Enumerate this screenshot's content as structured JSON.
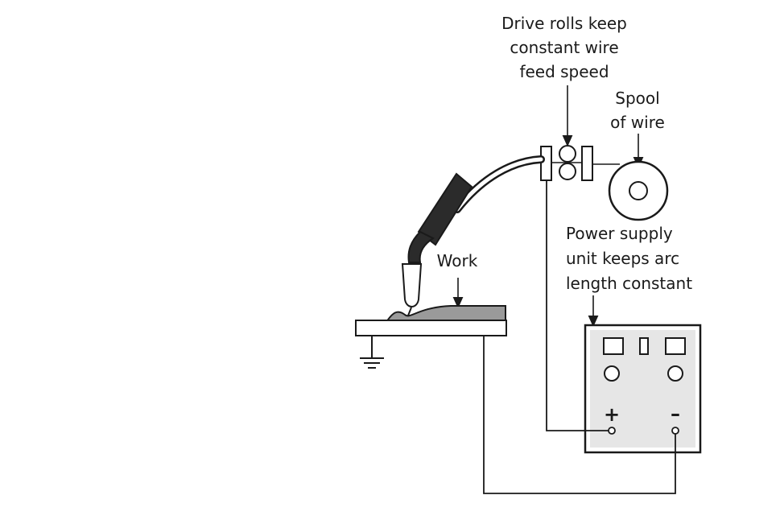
{
  "labels": {
    "drive_rolls": [
      "Drive rolls keep",
      "constant wire",
      "feed speed"
    ],
    "spool": [
      "Spool",
      "of wire"
    ],
    "power_supply": [
      "Power supply",
      "unit keeps arc",
      "length constant"
    ],
    "work": "Work",
    "plus": "+",
    "minus": "–"
  }
}
